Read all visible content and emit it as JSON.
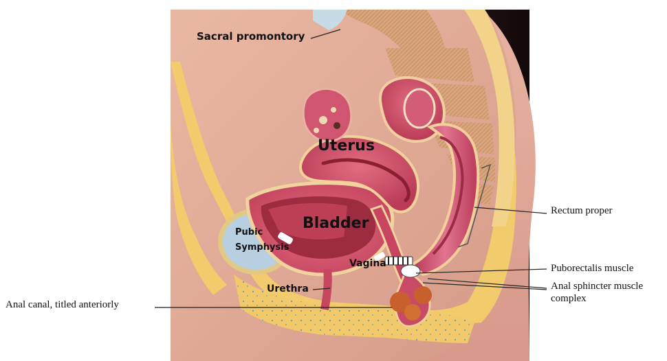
{
  "labels": {
    "sacral_promontory": "Sacral promontory",
    "uterus": "Uterus",
    "bladder": "Bladder",
    "pubic_symphysis_line1": "Pubic",
    "pubic_symphysis_line2": "Symphysis",
    "vagina": "Vagina",
    "urethra": "Urethra",
    "rectum_proper": "Rectum proper",
    "puborectalis_muscle": "Puborectalis muscle",
    "anal_sphincter_line1": "Anal sphincter muscle",
    "anal_sphincter_line2": "complex",
    "anal_canal": "Anal canal, titled anteriorly"
  },
  "colors": {
    "background_dark": "#1a1010",
    "skin": "#e9b7a6",
    "fat": "#f3cd6f",
    "bone": "#e7c88c",
    "uterus": "#cf4f66",
    "bladder": "#d8566b",
    "bladder_lumen": "#9c2b3e",
    "rectum": "#c94a66",
    "pubic_bone": "#b9cfe0"
  }
}
